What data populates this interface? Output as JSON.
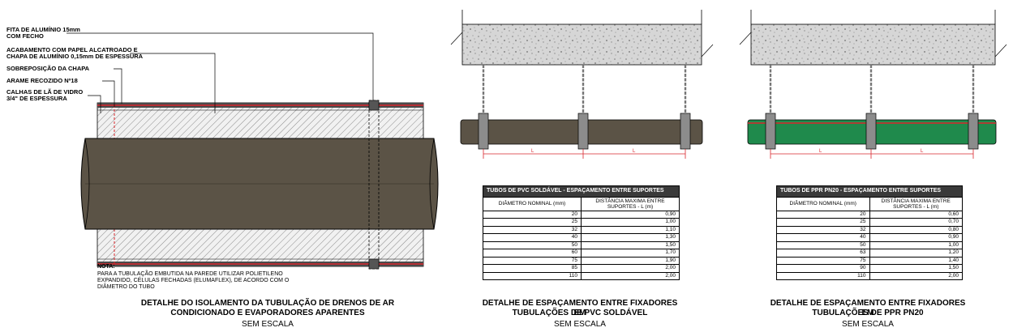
{
  "detail1": {
    "labels": [
      "FITA DE ALUMÍNIO 15mm",
      "COM FECHO",
      "ACABAMENTO COM PAPEL ALCATROADO E",
      "CHAPA DE ALUMÍNIO 0,15mm DE ESPESSURA",
      "SOBREPOSIÇÃO DA CHAPA",
      "ARAME RECOZIDO Nº18",
      "CALHAS DE LÃ DE VIDRO",
      "3/4\" DE ESPESSURA"
    ],
    "note_title": "NOTA:",
    "note_lines": [
      "PARA A TUBULAÇÃO EMBUTIDA NA PAREDE UTILIZAR POLIETILENO",
      "EXPANDIDO, CÉLULAS FECHADAS (ELUMAFLEX), DE ACORDO COM O",
      "DIÂMETRO DO TUBO"
    ],
    "caption_line1": "DETALHE DO ISOLAMENTO DA TUBULAÇÃO DE DRENOS DE AR",
    "caption_line2": "CONDICIONADO E EVAPORADORES APARENTES",
    "scale": "SEM ESCALA"
  },
  "detail2": {
    "dim_label": "L",
    "table": {
      "title": "TUBOS DE PVC SOLDÁVEL - ESPAÇAMENTO ENTRE SUPORTES",
      "col1": "DIÂMETRO NOMINAL (mm)",
      "col2_line1": "DISTÂNCIA MAXIMA ENTRE",
      "col2_line2": "SUPORTES - L (m)",
      "rows": [
        [
          "20",
          "0,90"
        ],
        [
          "25",
          "1,00"
        ],
        [
          "32",
          "1,10"
        ],
        [
          "40",
          "1,30"
        ],
        [
          "50",
          "1,50"
        ],
        [
          "60",
          "1,70"
        ],
        [
          "75",
          "1,90"
        ],
        [
          "85",
          "2,00"
        ],
        [
          "110",
          "2,00"
        ]
      ]
    },
    "caption_line1": "DETALHE DE ESPAÇAMENTO ENTRE FIXADORES EM",
    "caption_line2": "TUBULAÇÕES DE PVC SOLDÁVEL",
    "scale": "SEM ESCALA"
  },
  "detail3": {
    "dim_label": "L",
    "table": {
      "title": "TUBOS DE PPR PN20 - ESPAÇAMENTO ENTRE SUPORTES",
      "col1": "DIÂMETRO NOMINAL (mm)",
      "col2_line1": "DISTÂNCIA MAXIMA ENTRE",
      "col2_line2": "SUPORTES - L (m)",
      "rows": [
        [
          "20",
          "0,60"
        ],
        [
          "25",
          "0,70"
        ],
        [
          "32",
          "0,80"
        ],
        [
          "40",
          "0,90"
        ],
        [
          "50",
          "1,00"
        ],
        [
          "63",
          "1,20"
        ],
        [
          "75",
          "1,40"
        ],
        [
          "90",
          "1,50"
        ],
        [
          "110",
          "2,00"
        ]
      ]
    },
    "caption_line1": "DETALHE DE ESPAÇAMENTO ENTRE FIXADORES EM",
    "caption_line2": "TUBULAÇÕES DE PPR PN20",
    "scale": "SEM ESCALA"
  },
  "colors": {
    "pipe_brown": "#5b5346",
    "pipe_green": "#1f8a4c",
    "insulation_red": "#d9262c",
    "concrete": "#d4d4d4",
    "hanger": "#777777",
    "table_header": "#3a3a3a"
  }
}
